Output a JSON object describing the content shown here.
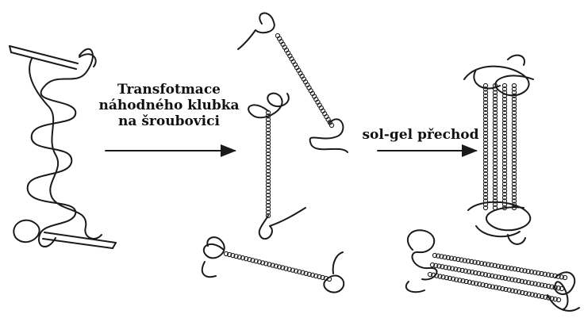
{
  "step1": {
    "lines": [
      "Transfotmace",
      "náhodného klubka",
      "na šroubovici"
    ]
  },
  "step2": {
    "label": "sol-gel přechod"
  }
}
